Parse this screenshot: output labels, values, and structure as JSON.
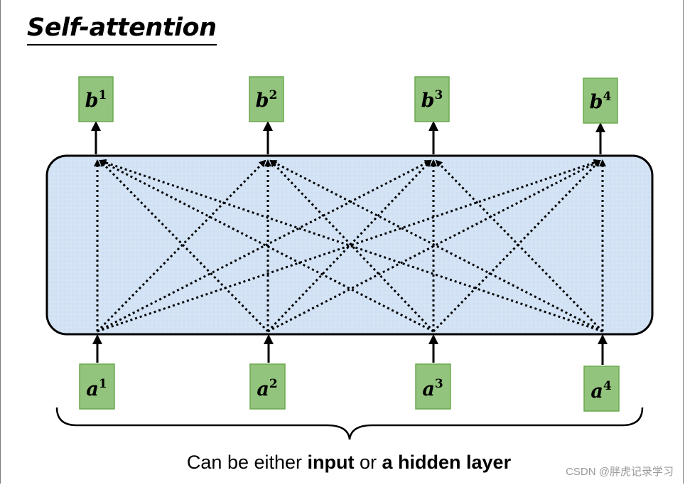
{
  "title": "Self-attention",
  "outputs": [
    {
      "symbol": "b",
      "index": "1"
    },
    {
      "symbol": "b",
      "index": "2"
    },
    {
      "symbol": "b",
      "index": "3"
    },
    {
      "symbol": "b",
      "index": "4"
    }
  ],
  "inputs": [
    {
      "symbol": "a",
      "index": "1"
    },
    {
      "symbol": "a",
      "index": "2"
    },
    {
      "symbol": "a",
      "index": "3"
    },
    {
      "symbol": "a",
      "index": "4"
    }
  ],
  "caption": {
    "part1": "Can be either ",
    "bold1": "input",
    "part2": " or ",
    "bold2": "a hidden layer"
  },
  "watermark": "CSDN @胖虎记录学习",
  "colors": {
    "node_fill": "#93c47d",
    "node_border": "#6aa84f",
    "block_fill": "#d5e4f5",
    "block_border": "#000000"
  }
}
